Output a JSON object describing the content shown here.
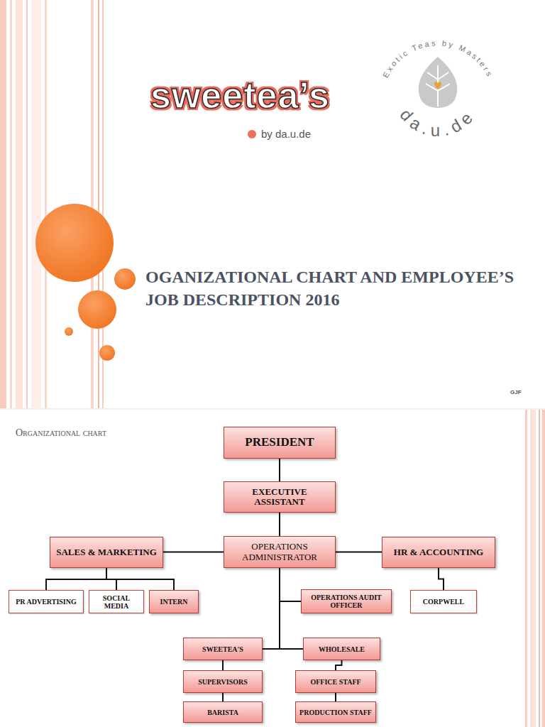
{
  "diagram": {
    "title": "OGANIZATIONAL CHART AND EMPLOYEE’S JOB DESCRIPTION 2016",
    "nodes": [
      {
        "text": [
          "PRESIDENT"
        ]
      },
      {
        "text": [
          "EXECUTIVE ASSISTANT"
        ]
      },
      {
        "text": [
          "SALES & MARKETING"
        ]
      },
      {
        "text": [
          "OPERATIONS ADMINISTRATOR"
        ]
      },
      {
        "text": [
          "HR & ACCOUNTING"
        ]
      },
      {
        "text": [
          "PR ADVERTISING"
        ]
      },
      {
        "text": [
          "SOCIAL MEDIA"
        ]
      },
      {
        "text": [
          "INTERN"
        ]
      },
      {
        "text": [
          "OPERATIONS AUDIT OFFICER"
        ]
      },
      {
        "text": [
          "CORPWELL"
        ]
      },
      {
        "text": [
          "SWEETEA'S"
        ]
      },
      {
        "text": [
          "WHOLESALE"
        ]
      },
      {
        "text": [
          "SUPERVISORS"
        ]
      },
      {
        "text": [
          "OFFICE STAFF"
        ]
      },
      {
        "text": [
          "BARISTA"
        ]
      },
      {
        "text": [
          "PRODUCTION STAFF"
        ]
      }
    ],
    "edges": [
      {
        "from": 0,
        "to": 1,
        "arrow": "none"
      },
      {
        "from": 1,
        "to": 3,
        "arrow": "none"
      },
      {
        "from": 3,
        "to": 2,
        "arrow": "none"
      },
      {
        "from": 3,
        "to": 4,
        "arrow": "none"
      },
      {
        "from": 2,
        "to": 5,
        "arrow": "none"
      },
      {
        "from": 2,
        "to": 6,
        "arrow": "none"
      },
      {
        "from": 2,
        "to": 7,
        "arrow": "none"
      },
      {
        "from": 3,
        "to": 8,
        "arrow": "none"
      },
      {
        "from": 3,
        "to": 10,
        "arrow": "none"
      },
      {
        "from": 3,
        "to": 11,
        "arrow": "none"
      },
      {
        "from": 4,
        "to": 9,
        "arrow": "none"
      },
      {
        "from": 10,
        "to": 12,
        "arrow": "none"
      },
      {
        "from": 12,
        "to": 14,
        "arrow": "none"
      },
      {
        "from": 11,
        "to": 13,
        "arrow": "none"
      },
      {
        "from": 13,
        "to": 15,
        "arrow": "none"
      }
    ],
    "labels": [
      "sweetea’s",
      "by da.u.de",
      "Exotic Teas by Masters",
      "da.u.de",
      "GJF",
      "Organizational chart"
    ]
  }
}
